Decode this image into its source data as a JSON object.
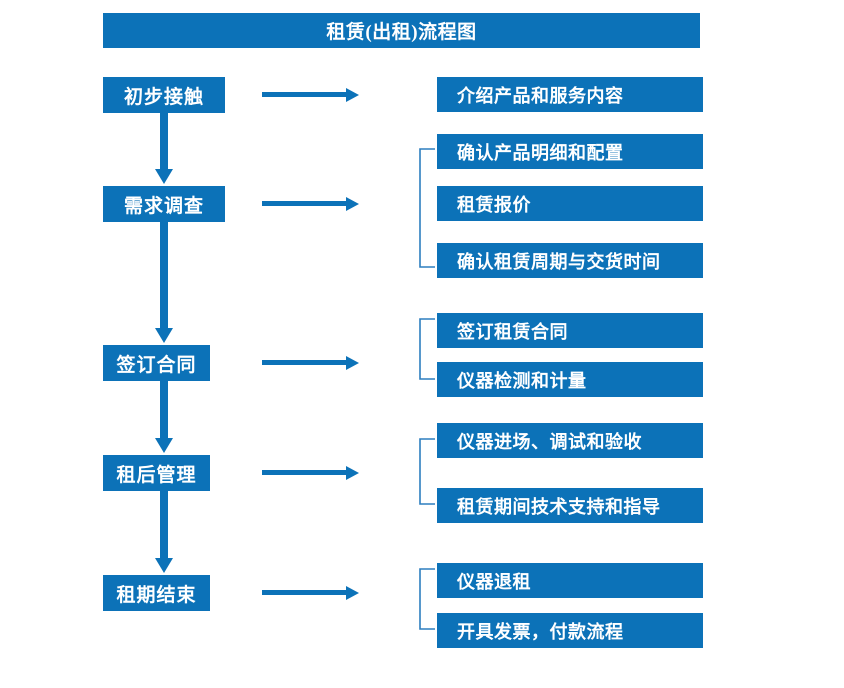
{
  "header": {
    "title": "租赁(出租)流程图"
  },
  "colors": {
    "box_fill": "#0c72b8",
    "box_text": "#ffffff",
    "arrow": "#0c72b8",
    "bracket": "#2d7ebf",
    "background": "#ffffff"
  },
  "chart_data": {
    "type": "flowchart",
    "title": "租赁(出租)流程图",
    "orientation": "vertical-left-stages-with-right-details",
    "stages": [
      {
        "label": "初步接触",
        "details": [
          "介绍产品和服务内容"
        ],
        "bracket": false
      },
      {
        "label": "需求调查",
        "details": [
          "确认产品明细和配置",
          "租赁报价",
          "确认租赁周期与交货时间"
        ],
        "bracket": true
      },
      {
        "label": "签订合同",
        "details": [
          "签订租赁合同",
          "仪器检测和计量"
        ],
        "bracket": true
      },
      {
        "label": "租后管理",
        "details": [
          "仪器进场、调试和验收",
          "租赁期间技术支持和指导"
        ],
        "bracket": true
      },
      {
        "label": "租期结束",
        "details": [
          "仪器退租",
          "开具发票，付款流程"
        ],
        "bracket": true
      }
    ]
  },
  "stages": [
    {
      "label": "初步接触"
    },
    {
      "label": "需求调查"
    },
    {
      "label": "签订合同"
    },
    {
      "label": "租后管理"
    },
    {
      "label": "租期结束"
    }
  ],
  "details": [
    {
      "label": "介绍产品和服务内容"
    },
    {
      "label": "确认产品明细和配置"
    },
    {
      "label": "租赁报价"
    },
    {
      "label": "确认租赁周期与交货时间"
    },
    {
      "label": "签订租赁合同"
    },
    {
      "label": "仪器检测和计量"
    },
    {
      "label": "仪器进场、调试和验收"
    },
    {
      "label": "租赁期间技术支持和指导"
    },
    {
      "label": "仪器退租"
    },
    {
      "label": "开具发票，付款流程"
    }
  ]
}
